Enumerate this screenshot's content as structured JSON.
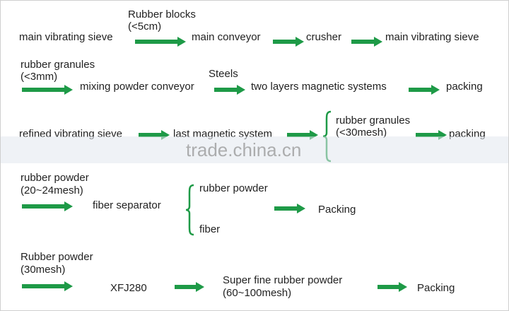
{
  "colors": {
    "arrow": "#1e9a47",
    "text": "#222222",
    "watermark": "#9a9a9a"
  },
  "row1": {
    "start": "main vibrating sieve",
    "label_line1": "Rubber blocks",
    "label_line2": "(<5cm)",
    "step2": "main conveyor",
    "step3": "crusher",
    "step4": "main vibrating sieve"
  },
  "row2": {
    "label_line1": "rubber granules",
    "label_line2": "(<3mm)",
    "step1": "mixing powder conveyor",
    "steels_label": "Steels",
    "step2": "two layers magnetic systems",
    "step3": "packing"
  },
  "row3": {
    "start": "refined vibrating sieve",
    "step2": "last magnetic system",
    "label_line1": "rubber granules",
    "label_line2": "(<30mesh)",
    "step3": "packing"
  },
  "row4": {
    "label_line1": "rubber powder",
    "label_line2": "(20~24mesh)",
    "step1": "fiber separator",
    "branch_top": "rubber powder",
    "branch_bottom": "fiber",
    "step2": "Packing"
  },
  "row5": {
    "label_line1": "Rubber powder",
    "label_line2": "(30mesh)",
    "step1": "XFJ280",
    "step2_line1": "Super fine rubber powder",
    "step2_line2": "(60~100mesh)",
    "step3": "Packing"
  },
  "watermark": "trade.china.cn"
}
